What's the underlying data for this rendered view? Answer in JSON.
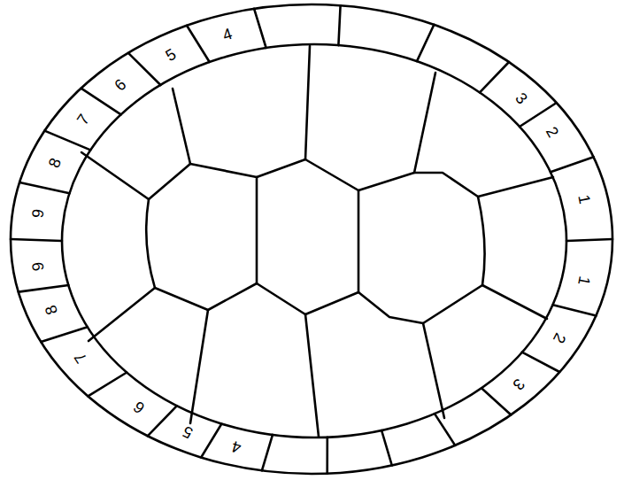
{
  "diagram": {
    "labels": [
      "4",
      "5",
      "6",
      "7",
      "8",
      "9",
      "9",
      "8",
      "7",
      "6",
      "5",
      "4",
      "3",
      "2",
      "1",
      "1",
      "2",
      "3"
    ]
  }
}
